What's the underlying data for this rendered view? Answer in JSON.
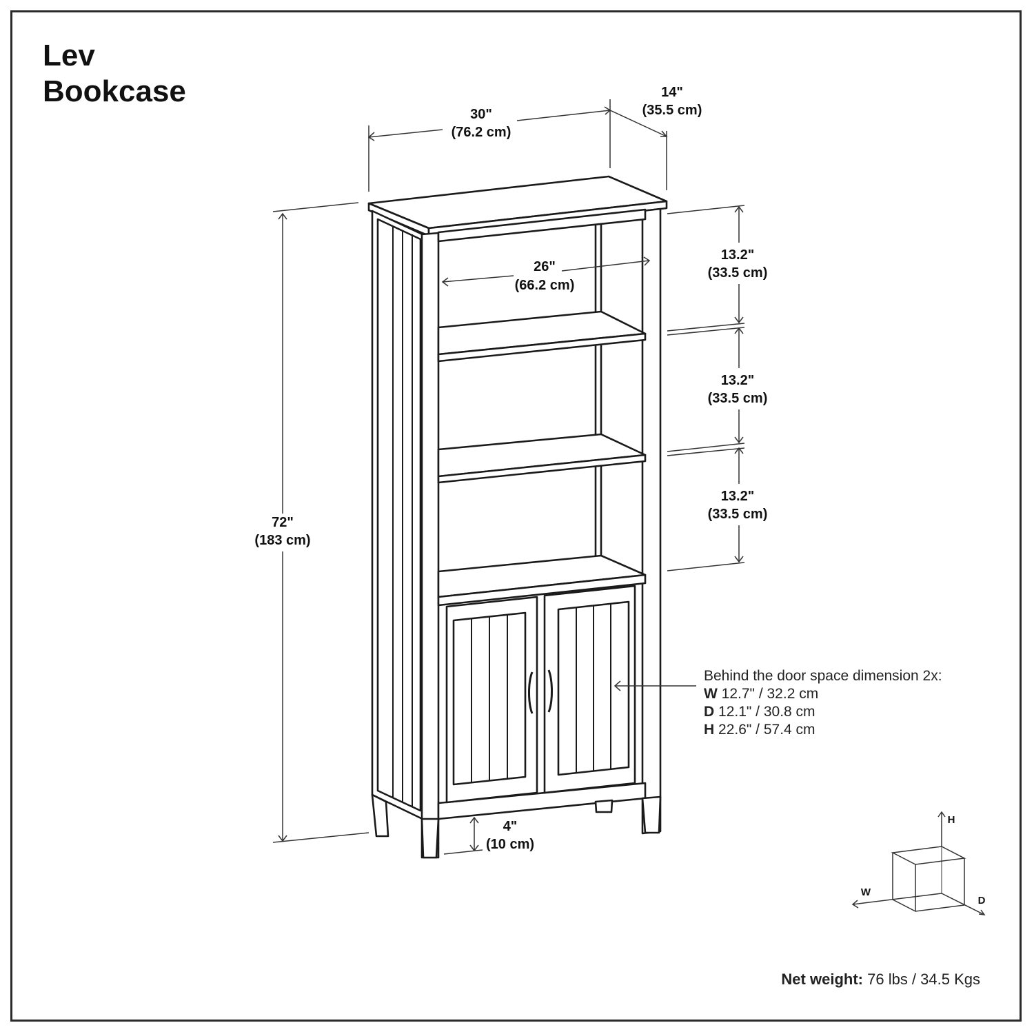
{
  "title": {
    "line1": "Lev",
    "line2": "Bookcase"
  },
  "dimensions": {
    "width": {
      "imperial": "30\"",
      "metric": "(76.2 cm)"
    },
    "depth": {
      "imperial": "14\"",
      "metric": "(35.5 cm)"
    },
    "height": {
      "imperial": "72\"",
      "metric": "(183 cm)"
    },
    "inner_width": {
      "imperial": "26\"",
      "metric": "(66.2 cm)"
    },
    "shelf_1": {
      "imperial": "13.2\"",
      "metric": "(33.5 cm)"
    },
    "shelf_2": {
      "imperial": "13.2\"",
      "metric": "(33.5 cm)"
    },
    "shelf_3": {
      "imperial": "13.2\"",
      "metric": "(33.5 cm)"
    },
    "leg_clearance": {
      "imperial": "4\"",
      "metric": "(10 cm)"
    }
  },
  "door_space": {
    "heading": "Behind the door space dimension 2x:",
    "w_label": "W",
    "w_value": "12.7\" / 32.2 cm",
    "d_label": "D",
    "d_value": "12.1\" / 30.8 cm",
    "h_label": "H",
    "h_value": "22.6\" / 57.4 cm"
  },
  "axes": {
    "h": "H",
    "w": "W",
    "d": "D"
  },
  "net_weight": {
    "label": "Net weight:",
    "value": "76 lbs / 34.5 Kgs"
  }
}
